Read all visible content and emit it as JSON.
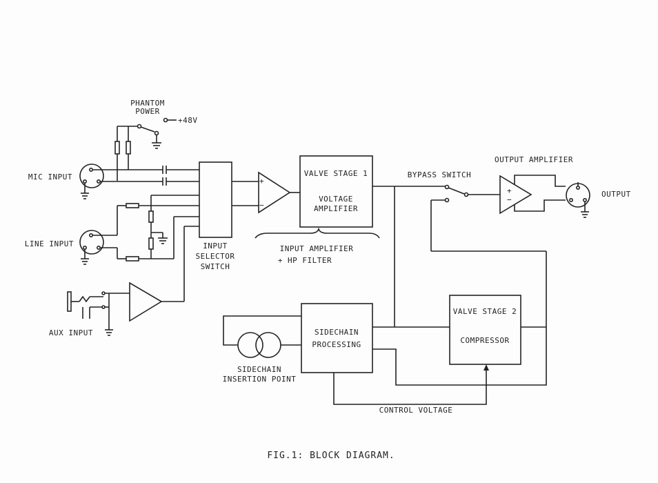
{
  "labels": {
    "phantom_power_1": "PHANTOM",
    "phantom_power_2": "POWER",
    "plus48v": "+48V",
    "mic_input": "MIC INPUT",
    "line_input": "LINE INPUT",
    "aux_input": "AUX INPUT",
    "input_selector_1": "INPUT",
    "input_selector_2": "SELECTOR",
    "input_selector_3": "SWITCH",
    "valve_stage1_1": "VALVE STAGE 1",
    "valve_stage1_2": "VOLTAGE",
    "valve_stage1_3": "AMPLIFIER",
    "input_amp_1": "INPUT AMPLIFIER",
    "input_amp_2": "+ HP FILTER",
    "bypass_switch": "BYPASS SWITCH",
    "output_amplifier": "OUTPUT AMPLIFIER",
    "output": "OUTPUT",
    "valve_stage2_1": "VALVE STAGE 2",
    "valve_stage2_2": "COMPRESSOR",
    "sidechain_1": "SIDECHAIN",
    "sidechain_2": "PROCESSING",
    "sidechain_insert_1": "SIDECHAIN",
    "sidechain_insert_2": "INSERTION POINT",
    "control_voltage": "CONTROL VOLTAGE",
    "plus": "+",
    "minus": "−"
  },
  "caption": "FIG.1: BLOCK DIAGRAM."
}
